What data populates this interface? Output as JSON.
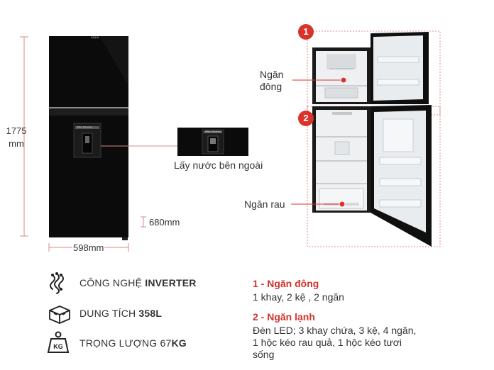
{
  "dimensions": {
    "height_value": "1775",
    "height_unit": "mm",
    "width": "598mm",
    "depth": "680mm"
  },
  "fridge_front": {
    "brand_mark": "AQUA",
    "dispenser_label": "Water Dispenser"
  },
  "water_dispenser_callout": {
    "label": "Lấy nước bên ngoài"
  },
  "interior": {
    "badge_1": "1",
    "badge_2": "2",
    "freezer_callout": [
      "Ngăn",
      "đông"
    ],
    "crisper_callout": "Ngăn rau"
  },
  "features": [
    {
      "icon": "inverter-chip-icon",
      "prefix": "CÔNG NGHỆ ",
      "strong": "INVERTER",
      "suffix": ""
    },
    {
      "icon": "capacity-icon",
      "prefix": "DUNG TÍCH ",
      "strong": "358L",
      "suffix": ""
    },
    {
      "icon": "weight-kg-icon",
      "prefix": "TRỌNG LƯỢNG 67",
      "strong": "KG",
      "suffix": ""
    }
  ],
  "compartments": [
    {
      "title": "1 - Ngăn đông",
      "lines": [
        "1 khay, 2 kệ , 2 ngăn"
      ]
    },
    {
      "title": "2 - Ngăn lạnh",
      "lines": [
        "Đèn LED; 3 khay chứa, 3 kệ, 4 ngăn,",
        "1 hộc kéo rau quả, 1 hộc kéo tươi",
        "sống"
      ]
    }
  ],
  "colors": {
    "accent_red": "#d8342a",
    "fridge_black": "#0b0b0b",
    "interior_white": "#eef0f2",
    "dimension_line": "#d98a8a"
  }
}
